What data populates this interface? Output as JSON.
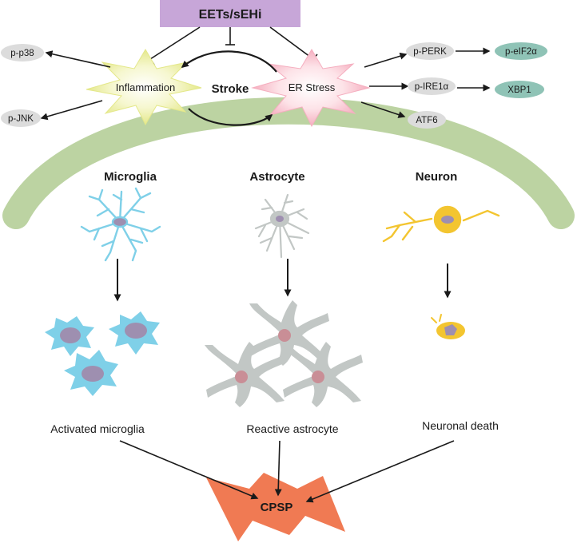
{
  "top_box": {
    "label": "EETs/sEHi",
    "fill": "#c7a6d8"
  },
  "center": {
    "inflammation": "Inflammation",
    "stroke": "Stroke",
    "er_stress": "ER Stress"
  },
  "inflammation_targets": [
    "p-p38",
    "p-JNK"
  ],
  "er_stress_targets": [
    {
      "label": "p-PERK",
      "downstream": "p-eIF2α"
    },
    {
      "label": "p-IRE1α",
      "downstream": "XBP1"
    },
    {
      "label": "ATF6",
      "downstream": ""
    }
  ],
  "cells": {
    "microglia": {
      "title": "Microglia",
      "outcome": "Activated microglia",
      "color": "#7fd0e8"
    },
    "astrocyte": {
      "title": "Astrocyte",
      "outcome": "Reactive astrocyte",
      "color": "#c2c7c5"
    },
    "neuron": {
      "title": "Neuron",
      "outcome": "Neuronal death",
      "color": "#f3c530"
    }
  },
  "result": {
    "label": "CPSP",
    "fill": "#f07a53"
  },
  "colors": {
    "membrane": "#bcd3a2",
    "node_gray": "#dcdcdc",
    "node_teal": "#8fc3b6",
    "nucleus": "#9e8fb0",
    "inflammation_burst": "#eef0a6",
    "er_burst": "#f9c8d2"
  }
}
